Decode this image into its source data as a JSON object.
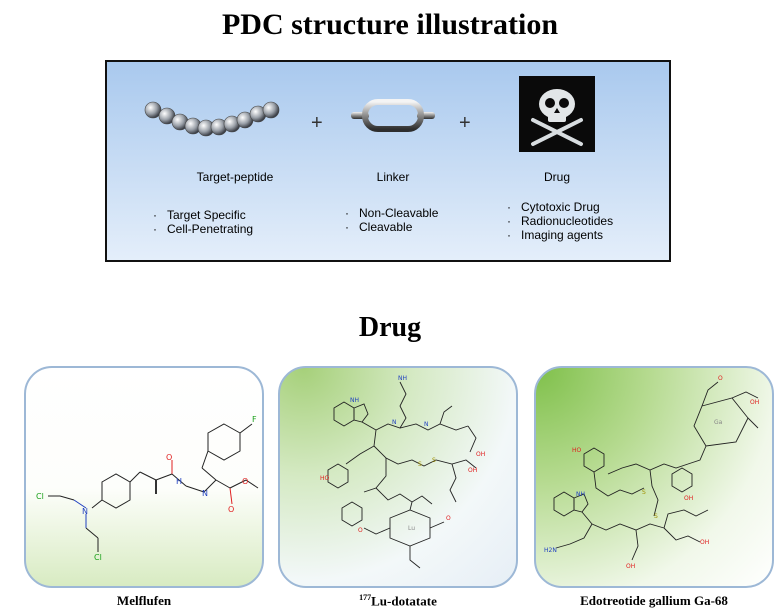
{
  "title": "PDC structure illustration",
  "pdc": {
    "plus": [
      "+",
      "+"
    ],
    "components": [
      {
        "label": "Target-peptide",
        "bullets": [
          "Target Specific",
          "Cell-Penetrating"
        ]
      },
      {
        "label": "Linker",
        "bullets": [
          "Non-Cleavable",
          "Cleavable"
        ]
      },
      {
        "label": "Drug",
        "bullets": [
          "Cytotoxic Drug",
          "Radionucleotides",
          "Imaging agents"
        ]
      }
    ],
    "bullet_symbol": "·"
  },
  "drug_section_title": "Drug",
  "drugs": [
    {
      "name": "Melflufen"
    },
    {
      "name_sup": "177",
      "name": "Lu-dotatate"
    },
    {
      "name": "Edotreotide gallium Ga-68"
    }
  ],
  "colors": {
    "box_top": "#a9c9ee",
    "oxygen": "#e02020",
    "nitrogen": "#2040c0",
    "chlorine": "#18a018",
    "fluorine": "#18a018"
  }
}
